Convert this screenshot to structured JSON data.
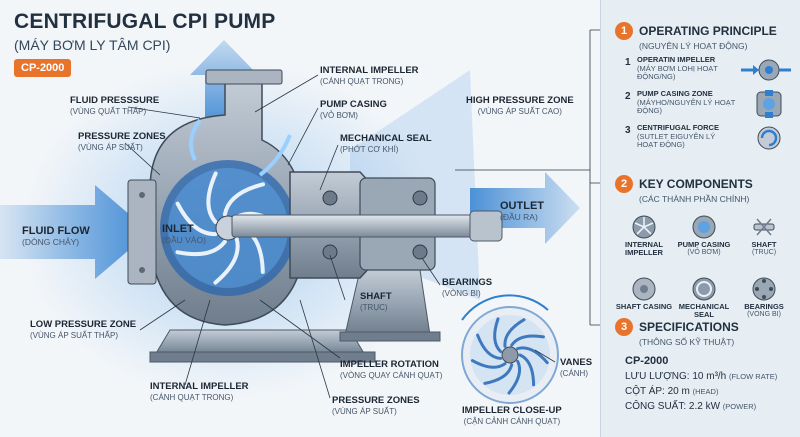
{
  "title": {
    "main": "CENTRIFUGAL CPI PUMP",
    "subtitle": "(MÁY BƠM LY TÂM CPI)",
    "model_badge": "CP-2000"
  },
  "labels": {
    "fluid_pressure": {
      "text": "FLUID PRESSSURE",
      "sub": "(VÙNG QUẤT THẤP)"
    },
    "pressure_zones_top": {
      "text": "PRESSURE ZONES",
      "sub": "(VÙNG ÁP SUẤT)"
    },
    "internal_impeller_top": {
      "text": "INTERNAL IMPELLER",
      "sub": "(CÁNH QUẠT TRONG)"
    },
    "pump_casing": {
      "text": "PUMP CASING",
      "sub": "(VỎ BƠM)"
    },
    "mechanical_seal": {
      "text": "MECHANICAL SEAL",
      "sub": "(PHỚT CƠ KHÍ)"
    },
    "high_pressure_zone": {
      "text": "HIGH PRESSURE ZONE",
      "sub": "(VÙNG ÁP SUẤT CAO)"
    },
    "fluid_flow": {
      "text": "FLUID FLOW",
      "sub": "(DÒNG CHẢY)"
    },
    "inlet": {
      "text": "INLET",
      "sub": "(ĐẦU VÀO)"
    },
    "outlet": {
      "text": "OUTLET",
      "sub": "(ĐẦU RA)"
    },
    "bearings": {
      "text": "BEARINGS",
      "sub": "(VÒNG BI)"
    },
    "shaft": {
      "text": "SHAFT",
      "sub": "(TRỤC)"
    },
    "low_pressure_zone": {
      "text": "LOW PRESSURE ZONE",
      "sub": "(VÙNG ÁP SUẤT THẤP)"
    },
    "impeller_rotation": {
      "text": "IMPELLER ROTATION",
      "sub": "(VÒNG QUAY CÁNH QUẠT)"
    },
    "vanes": {
      "text": "VANES",
      "sub": "(CÁNH)"
    },
    "internal_impeller_bottom": {
      "text": "INTERNAL IMPELLER",
      "sub": "(CÁNH QUẠT TRONG)"
    },
    "pressure_zones_bottom": {
      "text": "PRESSURE ZONES",
      "sub": "(VÙNG ÁP SUẤT)"
    },
    "impeller_closeup": {
      "text": "IMPELLER CLOSE-UP",
      "sub": "(CẬN CẢNH CÁNH QUẠT)"
    }
  },
  "panel": {
    "operating": {
      "num": "1",
      "title": "OPERATING PRINCIPLE",
      "sub": "(NGUYÊN LÝ HOẠT ĐỘNG)",
      "items": [
        {
          "num": "1",
          "text": "OPERATIN IMPELLER",
          "sub": "(MÁY BƠM LOHỊ HOẠT ĐỘNG/NG)"
        },
        {
          "num": "2",
          "text": "PUMP CASING ZONE",
          "sub": "(MÁYHO/NGUYÊN LÝ HOẠT ĐỘNG)"
        },
        {
          "num": "3",
          "text": "CENTRIFUGAL FORCE",
          "sub": "(SUTLET EIGUYÊN LÝ HOẠT ĐỘNG)"
        }
      ]
    },
    "components": {
      "num": "2",
      "title": "KEY COMPONENTS",
      "sub": "(CÁC THÀNH PHẦN CHÍNH)",
      "items": [
        {
          "name": "INTERNAL IMPELLER",
          "sub": "",
          "icon": "impeller-icon"
        },
        {
          "name": "PUMP CASING",
          "sub": "(VỎ BƠM)",
          "icon": "casing-icon"
        },
        {
          "name": "SHAFT",
          "sub": "(TRỤC)",
          "icon": "shaft-icon"
        },
        {
          "name": "SHAFT CASING",
          "sub": "",
          "icon": "shaft-casing-icon"
        },
        {
          "name": "MECHANICAL SEAL",
          "sub": "",
          "icon": "seal-icon"
        },
        {
          "name": "BEARINGS",
          "sub": "(VÒNG BI)",
          "icon": "bearing-icon"
        }
      ]
    },
    "specs": {
      "num": "3",
      "title": "SPECIFICATIONS",
      "sub": "(THÔNG SỐ KỸ THUẬT)",
      "model": "CP-2000",
      "lines": [
        {
          "text": "LƯU LƯỢNG: 10 m³/h",
          "unit": "(FLOW RATE)"
        },
        {
          "text": "CỘT ÁP: 20 m",
          "unit": "(HEAD)"
        },
        {
          "text": "CÔNG SUẤT: 2.2 kW",
          "unit": "(POWER)"
        }
      ]
    }
  },
  "colors": {
    "accent": "#e8742c",
    "flow_blue": "#2f7fd0",
    "metal": "#8a98a8",
    "dark": "#22303f"
  }
}
